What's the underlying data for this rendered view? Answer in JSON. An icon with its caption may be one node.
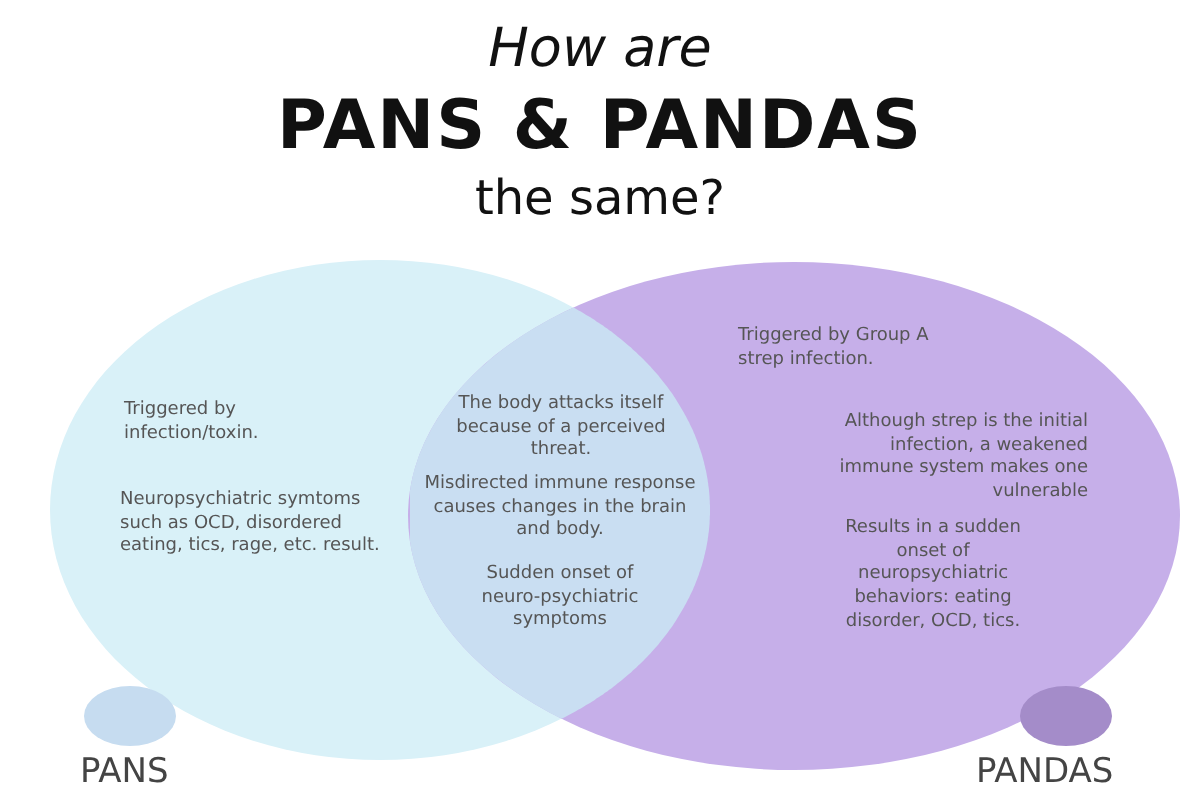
{
  "diagram": {
    "title": "*How are* **PANS & PANDAS** the same?",
    "nodes": [
      {
        "text": [
          "Triggered by infection/toxin.",
          "Neuropsychiatric symtoms such as OCD, disordered eating, tics, rage, etc. result."
        ]
      },
      {
        "text": [
          "The body attacks itself because of a perceived threat.",
          "Misdirected immune response causes changes in the brain and body.",
          "Sudden onset of neuro-psychiatric symptoms"
        ]
      },
      {
        "text": [
          "Triggered by Group A strep infection.",
          "Although strep is the initial infection, a weakened immune system makes one vulnerable",
          "Results in a sudden onset of neuropsychiatric behaviors: eating disorder, OCD, tics."
        ]
      }
    ],
    "legend": [
      {
        "text": "PANS",
        "color": "#c6dcf0"
      },
      {
        "text": "PANDAS",
        "color": "#a48cc9"
      }
    ]
  }
}
